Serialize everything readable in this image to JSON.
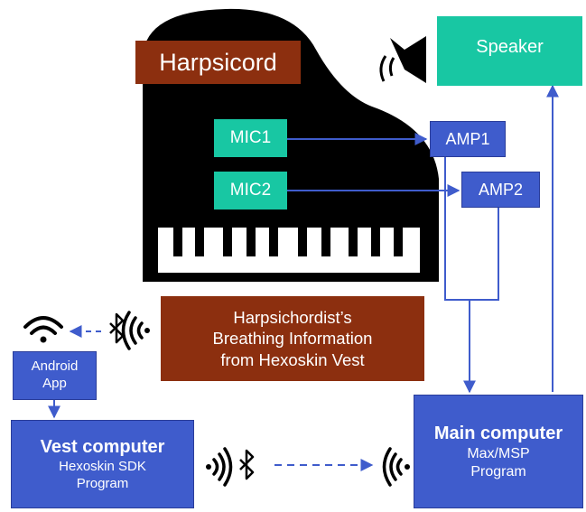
{
  "piano": {
    "title": "Harpsicord",
    "mics": [
      "MIC1",
      "MIC2"
    ]
  },
  "amps": [
    "AMP1",
    "AMP2"
  ],
  "speaker": {
    "label": "Speaker"
  },
  "breathing": {
    "lines": [
      "Harpsichordist’s",
      "Breathing Information",
      "from Hexoskin Vest"
    ]
  },
  "android": {
    "lines": [
      "Android",
      "App"
    ]
  },
  "vest_computer": {
    "title": "Vest computer",
    "lines": [
      "Hexoskin SDK",
      "Program"
    ]
  },
  "main_computer": {
    "title": "Main computer",
    "lines": [
      "Max/MSP",
      "Program"
    ]
  },
  "icons": [
    "wifi-icon",
    "bluetooth-icon",
    "speaker-icon",
    "radio-wave-icon"
  ],
  "colors": {
    "brown": "#8c2f0f",
    "teal": "#18c7a3",
    "blue": "#3f5ccc",
    "piano": "#000000"
  }
}
